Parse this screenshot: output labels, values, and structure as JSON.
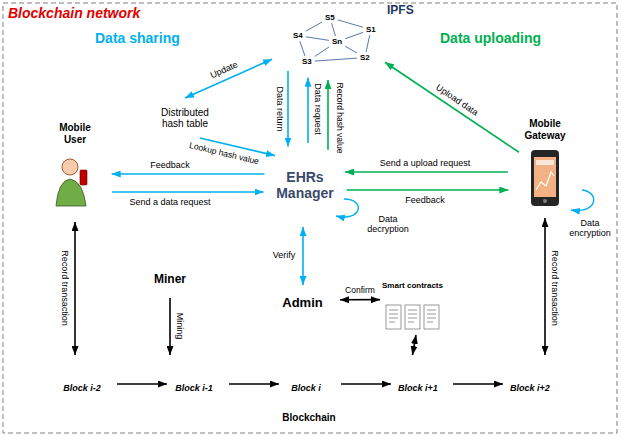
{
  "diagram": {
    "title": "Blockchain network",
    "nodes": [
      {
        "text": [
          "IPFS"
        ]
      },
      {
        "text": [
          "S5"
        ],
        "in": 0
      },
      {
        "text": [
          "S4"
        ],
        "in": 0
      },
      {
        "text": [
          "Sn"
        ],
        "in": 0
      },
      {
        "text": [
          "S1"
        ],
        "in": 0
      },
      {
        "text": [
          "S3"
        ],
        "in": 0
      },
      {
        "text": [
          "S2"
        ],
        "in": 0
      },
      {
        "text": [
          "Distributed hash table"
        ]
      },
      {
        "text": [
          "Mobile User"
        ]
      },
      {
        "text": [
          "EHRs Manager"
        ]
      },
      {
        "text": [
          "Mobile Gateway"
        ]
      },
      {
        "text": [
          "Miner"
        ]
      },
      {
        "text": [
          "Admin"
        ]
      },
      {
        "text": [
          "Smart contracts"
        ]
      },
      {
        "text": [
          "Blockchain"
        ]
      },
      {
        "text": [
          "Block i-2"
        ],
        "in": 14
      },
      {
        "text": [
          "Block i-1"
        ],
        "in": 14
      },
      {
        "text": [
          "Block i"
        ],
        "in": 14
      },
      {
        "text": [
          "Block i+1"
        ],
        "in": 14
      },
      {
        "text": [
          "Block i+2"
        ],
        "in": 14
      }
    ],
    "edges": [
      {
        "from": 7,
        "to": 0,
        "label": "Update",
        "arrow": "both"
      },
      {
        "from": 7,
        "to": 9,
        "label": "Lookup hash value",
        "arrow": "to"
      },
      {
        "from": 0,
        "to": 9,
        "label": "Data return",
        "arrow": "to"
      },
      {
        "from": 9,
        "to": 0,
        "label": "Data request",
        "arrow": "to"
      },
      {
        "from": 9,
        "to": 0,
        "label": "Record hash value",
        "arrow": "to"
      },
      {
        "from": 10,
        "to": 0,
        "label": "Upload data",
        "arrow": "to"
      },
      {
        "from": 9,
        "to": 8,
        "label": "Feedback",
        "arrow": "to"
      },
      {
        "from": 8,
        "to": 9,
        "label": "Send a data request",
        "arrow": "to"
      },
      {
        "from": 10,
        "to": 9,
        "label": "Send a upload request",
        "arrow": "to"
      },
      {
        "from": 9,
        "to": 10,
        "label": "Feedback",
        "arrow": "to"
      },
      {
        "from": 9,
        "to": 12,
        "label": "Verify",
        "arrow": "both"
      },
      {
        "from": 12,
        "to": 13,
        "label": "Confirm",
        "arrow": "both"
      },
      {
        "from": 13,
        "to": 14,
        "arrow": "both"
      },
      {
        "from": 8,
        "to": 14,
        "label": "Record transaction",
        "arrow": "both"
      },
      {
        "from": 10,
        "to": 14,
        "label": "Record transaction",
        "arrow": "both"
      },
      {
        "from": 11,
        "to": 14,
        "label": "Mining",
        "arrow": "to"
      },
      {
        "from": 15,
        "to": 16,
        "arrow": "to"
      },
      {
        "from": 16,
        "to": 17,
        "arrow": "to"
      },
      {
        "from": 17,
        "to": 18,
        "arrow": "to"
      },
      {
        "from": 18,
        "to": 19,
        "arrow": "to"
      },
      {
        "from": 1,
        "to": 4,
        "arrow": "none"
      },
      {
        "from": 2,
        "to": 1,
        "arrow": "none"
      },
      {
        "from": 2,
        "to": 3,
        "arrow": "none"
      },
      {
        "from": 3,
        "to": 1,
        "arrow": "none"
      },
      {
        "from": 3,
        "to": 4,
        "arrow": "none"
      },
      {
        "from": 3,
        "to": 6,
        "arrow": "none"
      },
      {
        "from": 3,
        "to": 5,
        "arrow": "none"
      },
      {
        "from": 5,
        "to": 6,
        "arrow": "none"
      },
      {
        "from": 2,
        "to": 5,
        "arrow": "none"
      },
      {
        "from": 4,
        "to": 6,
        "arrow": "none"
      }
    ],
    "labels": [
      "Data sharing",
      "Data uploading",
      "Data decryption",
      "Data encryption"
    ]
  }
}
